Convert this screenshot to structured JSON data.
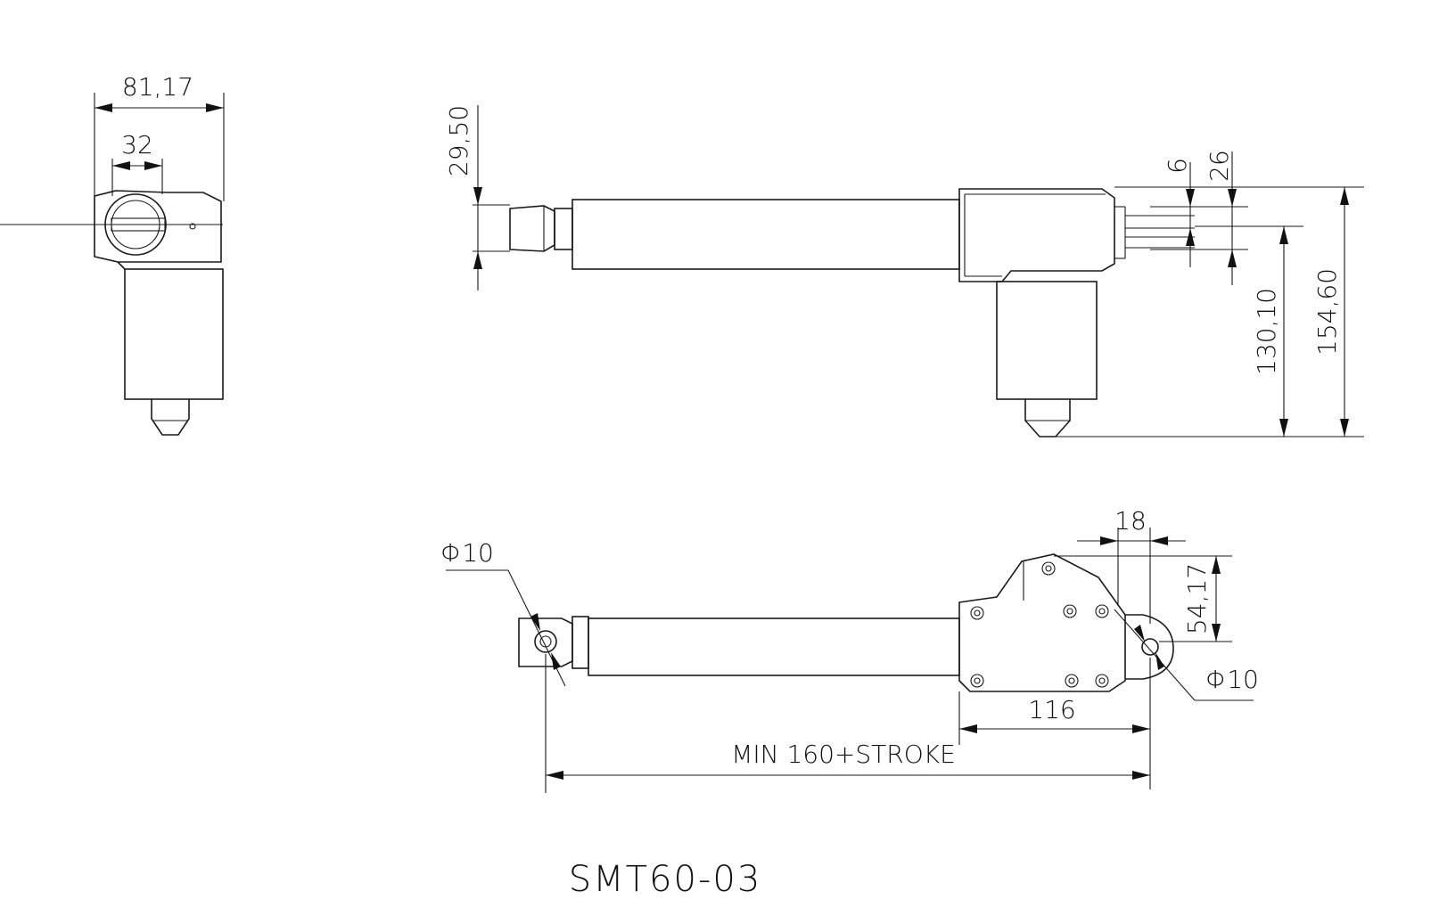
{
  "drawing": {
    "title": "SMT60-03",
    "dimensions": {
      "side_width": "81,17",
      "side_bore": "32",
      "rod_height": "29,50",
      "pin_a": "6",
      "pin_b": "26",
      "mount_height": "130,10",
      "overall_height": "154,60",
      "front_hole": "Φ10",
      "rear_hole": "Φ10",
      "rear_offset": "18",
      "rear_height": "54,17",
      "housing_length": "116",
      "min_length": "MIN 160+STROKE"
    }
  }
}
